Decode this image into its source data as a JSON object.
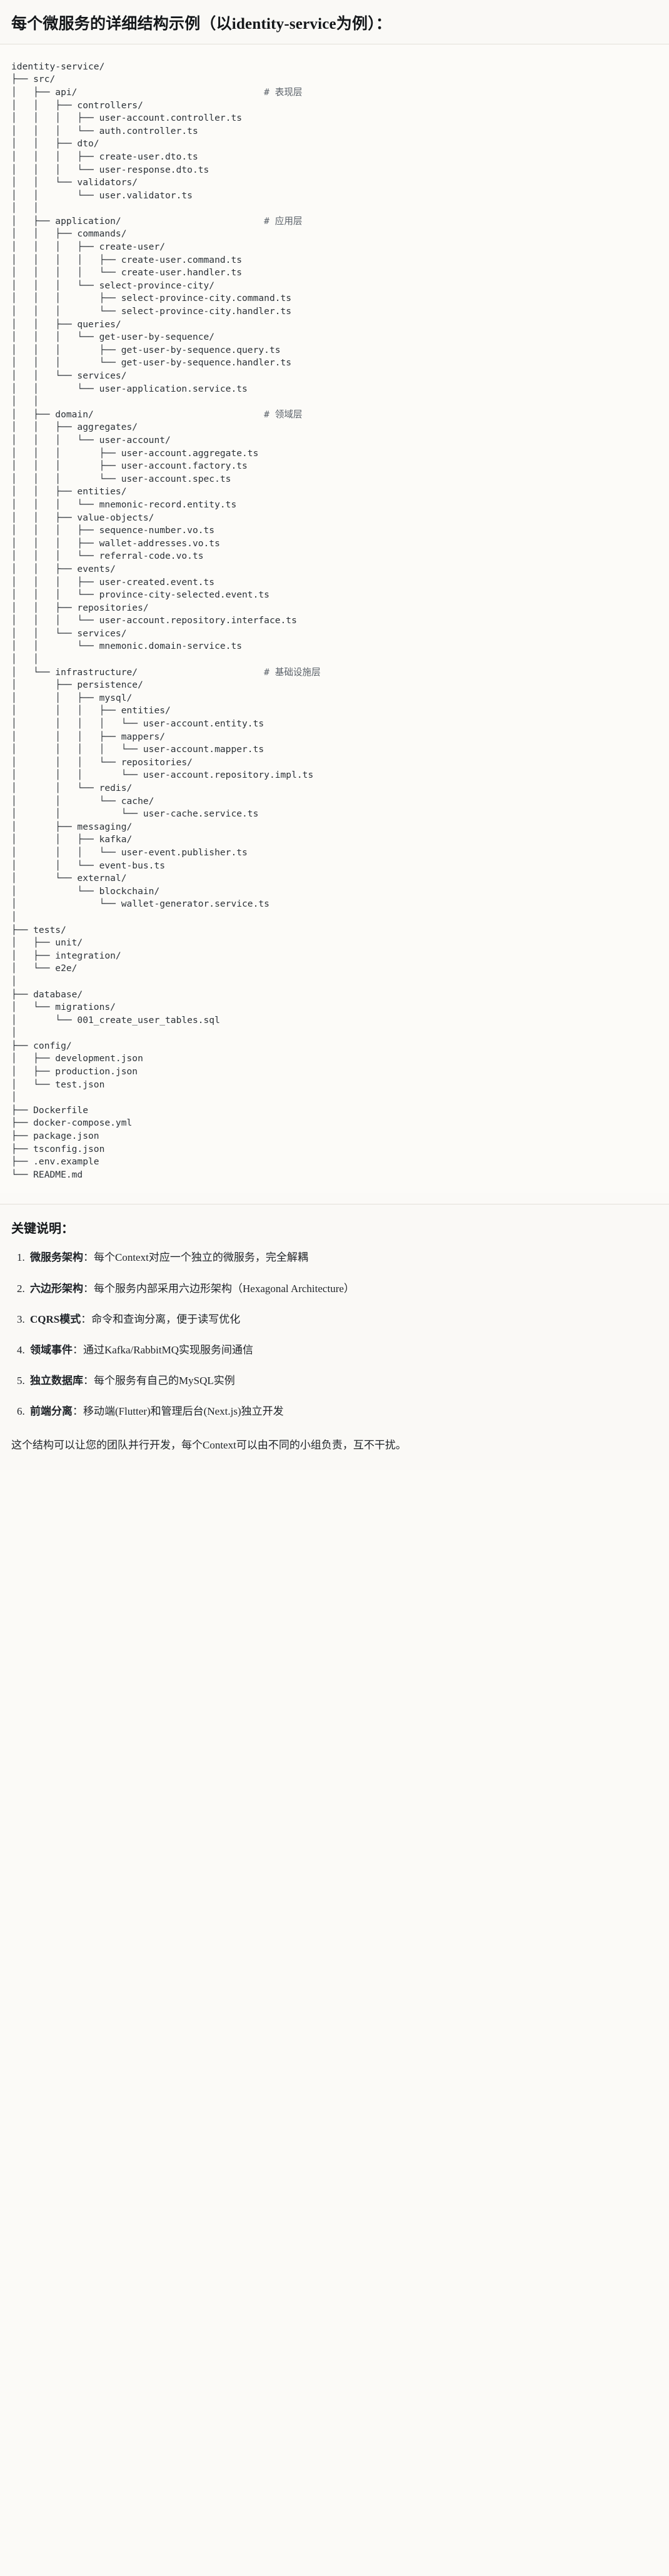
{
  "header": {
    "title": "每个微服务的详细结构示例（以identity-service为例）："
  },
  "tree": {
    "root": "identity-service/",
    "comment_column": 46,
    "lines": [
      {
        "prefix": "",
        "name": "identity-service/",
        "comment": ""
      },
      {
        "prefix": "├── ",
        "name": "src/",
        "comment": ""
      },
      {
        "prefix": "│   ├── ",
        "name": "api/",
        "comment": "# 表现层"
      },
      {
        "prefix": "│   │   ├── ",
        "name": "controllers/",
        "comment": ""
      },
      {
        "prefix": "│   │   │   ├── ",
        "name": "user-account.controller.ts",
        "comment": ""
      },
      {
        "prefix": "│   │   │   └── ",
        "name": "auth.controller.ts",
        "comment": ""
      },
      {
        "prefix": "│   │   ├── ",
        "name": "dto/",
        "comment": ""
      },
      {
        "prefix": "│   │   │   ├── ",
        "name": "create-user.dto.ts",
        "comment": ""
      },
      {
        "prefix": "│   │   │   └── ",
        "name": "user-response.dto.ts",
        "comment": ""
      },
      {
        "prefix": "│   │   └── ",
        "name": "validators/",
        "comment": ""
      },
      {
        "prefix": "│   │       └── ",
        "name": "user.validator.ts",
        "comment": ""
      },
      {
        "prefix": "│   │",
        "name": "",
        "comment": ""
      },
      {
        "prefix": "│   ├── ",
        "name": "application/",
        "comment": "# 应用层"
      },
      {
        "prefix": "│   │   ├── ",
        "name": "commands/",
        "comment": ""
      },
      {
        "prefix": "│   │   │   ├── ",
        "name": "create-user/",
        "comment": ""
      },
      {
        "prefix": "│   │   │   │   ├── ",
        "name": "create-user.command.ts",
        "comment": ""
      },
      {
        "prefix": "│   │   │   │   └── ",
        "name": "create-user.handler.ts",
        "comment": ""
      },
      {
        "prefix": "│   │   │   └── ",
        "name": "select-province-city/",
        "comment": ""
      },
      {
        "prefix": "│   │   │       ├── ",
        "name": "select-province-city.command.ts",
        "comment": ""
      },
      {
        "prefix": "│   │   │       └── ",
        "name": "select-province-city.handler.ts",
        "comment": ""
      },
      {
        "prefix": "│   │   ├── ",
        "name": "queries/",
        "comment": ""
      },
      {
        "prefix": "│   │   │   └── ",
        "name": "get-user-by-sequence/",
        "comment": ""
      },
      {
        "prefix": "│   │   │       ├── ",
        "name": "get-user-by-sequence.query.ts",
        "comment": ""
      },
      {
        "prefix": "│   │   │       └── ",
        "name": "get-user-by-sequence.handler.ts",
        "comment": ""
      },
      {
        "prefix": "│   │   └── ",
        "name": "services/",
        "comment": ""
      },
      {
        "prefix": "│   │       └── ",
        "name": "user-application.service.ts",
        "comment": ""
      },
      {
        "prefix": "│   │",
        "name": "",
        "comment": ""
      },
      {
        "prefix": "│   ├── ",
        "name": "domain/",
        "comment": "# 领域层"
      },
      {
        "prefix": "│   │   ├── ",
        "name": "aggregates/",
        "comment": ""
      },
      {
        "prefix": "│   │   │   └── ",
        "name": "user-account/",
        "comment": ""
      },
      {
        "prefix": "│   │   │       ├── ",
        "name": "user-account.aggregate.ts",
        "comment": ""
      },
      {
        "prefix": "│   │   │       ├── ",
        "name": "user-account.factory.ts",
        "comment": ""
      },
      {
        "prefix": "│   │   │       └── ",
        "name": "user-account.spec.ts",
        "comment": ""
      },
      {
        "prefix": "│   │   ├── ",
        "name": "entities/",
        "comment": ""
      },
      {
        "prefix": "│   │   │   └── ",
        "name": "mnemonic-record.entity.ts",
        "comment": ""
      },
      {
        "prefix": "│   │   ├── ",
        "name": "value-objects/",
        "comment": ""
      },
      {
        "prefix": "│   │   │   ├── ",
        "name": "sequence-number.vo.ts",
        "comment": ""
      },
      {
        "prefix": "│   │   │   ├── ",
        "name": "wallet-addresses.vo.ts",
        "comment": ""
      },
      {
        "prefix": "│   │   │   └── ",
        "name": "referral-code.vo.ts",
        "comment": ""
      },
      {
        "prefix": "│   │   ├── ",
        "name": "events/",
        "comment": ""
      },
      {
        "prefix": "│   │   │   ├── ",
        "name": "user-created.event.ts",
        "comment": ""
      },
      {
        "prefix": "│   │   │   └── ",
        "name": "province-city-selected.event.ts",
        "comment": ""
      },
      {
        "prefix": "│   │   ├── ",
        "name": "repositories/",
        "comment": ""
      },
      {
        "prefix": "│   │   │   └── ",
        "name": "user-account.repository.interface.ts",
        "comment": ""
      },
      {
        "prefix": "│   │   └── ",
        "name": "services/",
        "comment": ""
      },
      {
        "prefix": "│   │       └── ",
        "name": "mnemonic.domain-service.ts",
        "comment": ""
      },
      {
        "prefix": "│   │",
        "name": "",
        "comment": ""
      },
      {
        "prefix": "│   └── ",
        "name": "infrastructure/",
        "comment": "# 基础设施层"
      },
      {
        "prefix": "│       ├── ",
        "name": "persistence/",
        "comment": ""
      },
      {
        "prefix": "│       │   ├── ",
        "name": "mysql/",
        "comment": ""
      },
      {
        "prefix": "│       │   │   ├── ",
        "name": "entities/",
        "comment": ""
      },
      {
        "prefix": "│       │   │   │   └── ",
        "name": "user-account.entity.ts",
        "comment": ""
      },
      {
        "prefix": "│       │   │   ├── ",
        "name": "mappers/",
        "comment": ""
      },
      {
        "prefix": "│       │   │   │   └── ",
        "name": "user-account.mapper.ts",
        "comment": ""
      },
      {
        "prefix": "│       │   │   └── ",
        "name": "repositories/",
        "comment": ""
      },
      {
        "prefix": "│       │   │       └── ",
        "name": "user-account.repository.impl.ts",
        "comment": ""
      },
      {
        "prefix": "│       │   └── ",
        "name": "redis/",
        "comment": ""
      },
      {
        "prefix": "│       │       └── ",
        "name": "cache/",
        "comment": ""
      },
      {
        "prefix": "│       │           └── ",
        "name": "user-cache.service.ts",
        "comment": ""
      },
      {
        "prefix": "│       ├── ",
        "name": "messaging/",
        "comment": ""
      },
      {
        "prefix": "│       │   ├── ",
        "name": "kafka/",
        "comment": ""
      },
      {
        "prefix": "│       │   │   └── ",
        "name": "user-event.publisher.ts",
        "comment": ""
      },
      {
        "prefix": "│       │   └── ",
        "name": "event-bus.ts",
        "comment": ""
      },
      {
        "prefix": "│       └── ",
        "name": "external/",
        "comment": ""
      },
      {
        "prefix": "│           └── ",
        "name": "blockchain/",
        "comment": ""
      },
      {
        "prefix": "│               └── ",
        "name": "wallet-generator.service.ts",
        "comment": ""
      },
      {
        "prefix": "│",
        "name": "",
        "comment": ""
      },
      {
        "prefix": "├── ",
        "name": "tests/",
        "comment": ""
      },
      {
        "prefix": "│   ├── ",
        "name": "unit/",
        "comment": ""
      },
      {
        "prefix": "│   ├── ",
        "name": "integration/",
        "comment": ""
      },
      {
        "prefix": "│   └── ",
        "name": "e2e/",
        "comment": ""
      },
      {
        "prefix": "│",
        "name": "",
        "comment": ""
      },
      {
        "prefix": "├── ",
        "name": "database/",
        "comment": ""
      },
      {
        "prefix": "│   └── ",
        "name": "migrations/",
        "comment": ""
      },
      {
        "prefix": "│       └── ",
        "name": "001_create_user_tables.sql",
        "comment": ""
      },
      {
        "prefix": "│",
        "name": "",
        "comment": ""
      },
      {
        "prefix": "├── ",
        "name": "config/",
        "comment": ""
      },
      {
        "prefix": "│   ├── ",
        "name": "development.json",
        "comment": ""
      },
      {
        "prefix": "│   ├── ",
        "name": "production.json",
        "comment": ""
      },
      {
        "prefix": "│   └── ",
        "name": "test.json",
        "comment": ""
      },
      {
        "prefix": "│",
        "name": "",
        "comment": ""
      },
      {
        "prefix": "├── ",
        "name": "Dockerfile",
        "comment": ""
      },
      {
        "prefix": "├── ",
        "name": "docker-compose.yml",
        "comment": ""
      },
      {
        "prefix": "├── ",
        "name": "package.json",
        "comment": ""
      },
      {
        "prefix": "├── ",
        "name": "tsconfig.json",
        "comment": ""
      },
      {
        "prefix": "├── ",
        "name": ".env.example",
        "comment": ""
      },
      {
        "prefix": "└── ",
        "name": "README.md",
        "comment": ""
      }
    ]
  },
  "notes": {
    "title": "关键说明：",
    "items": [
      {
        "term": "微服务架构",
        "sep": "：",
        "desc": "每个Context对应一个独立的微服务，完全解耦"
      },
      {
        "term": "六边形架构",
        "sep": "：",
        "desc": "每个服务内部采用六边形架构（Hexagonal Architecture）"
      },
      {
        "term": "CQRS模式",
        "sep": "：",
        "desc": "命令和查询分离，便于读写优化"
      },
      {
        "term": "领域事件",
        "sep": "：",
        "desc": "通过Kafka/RabbitMQ实现服务间通信"
      },
      {
        "term": "独立数据库",
        "sep": "：",
        "desc": "每个服务有自己的MySQL实例"
      },
      {
        "term": "前端分离",
        "sep": "：",
        "desc": "移动端(Flutter)和管理后台(Next.js)独立开发"
      }
    ],
    "closing": "这个结构可以让您的团队并行开发，每个Context可以由不同的小组负责，互不干扰。"
  }
}
